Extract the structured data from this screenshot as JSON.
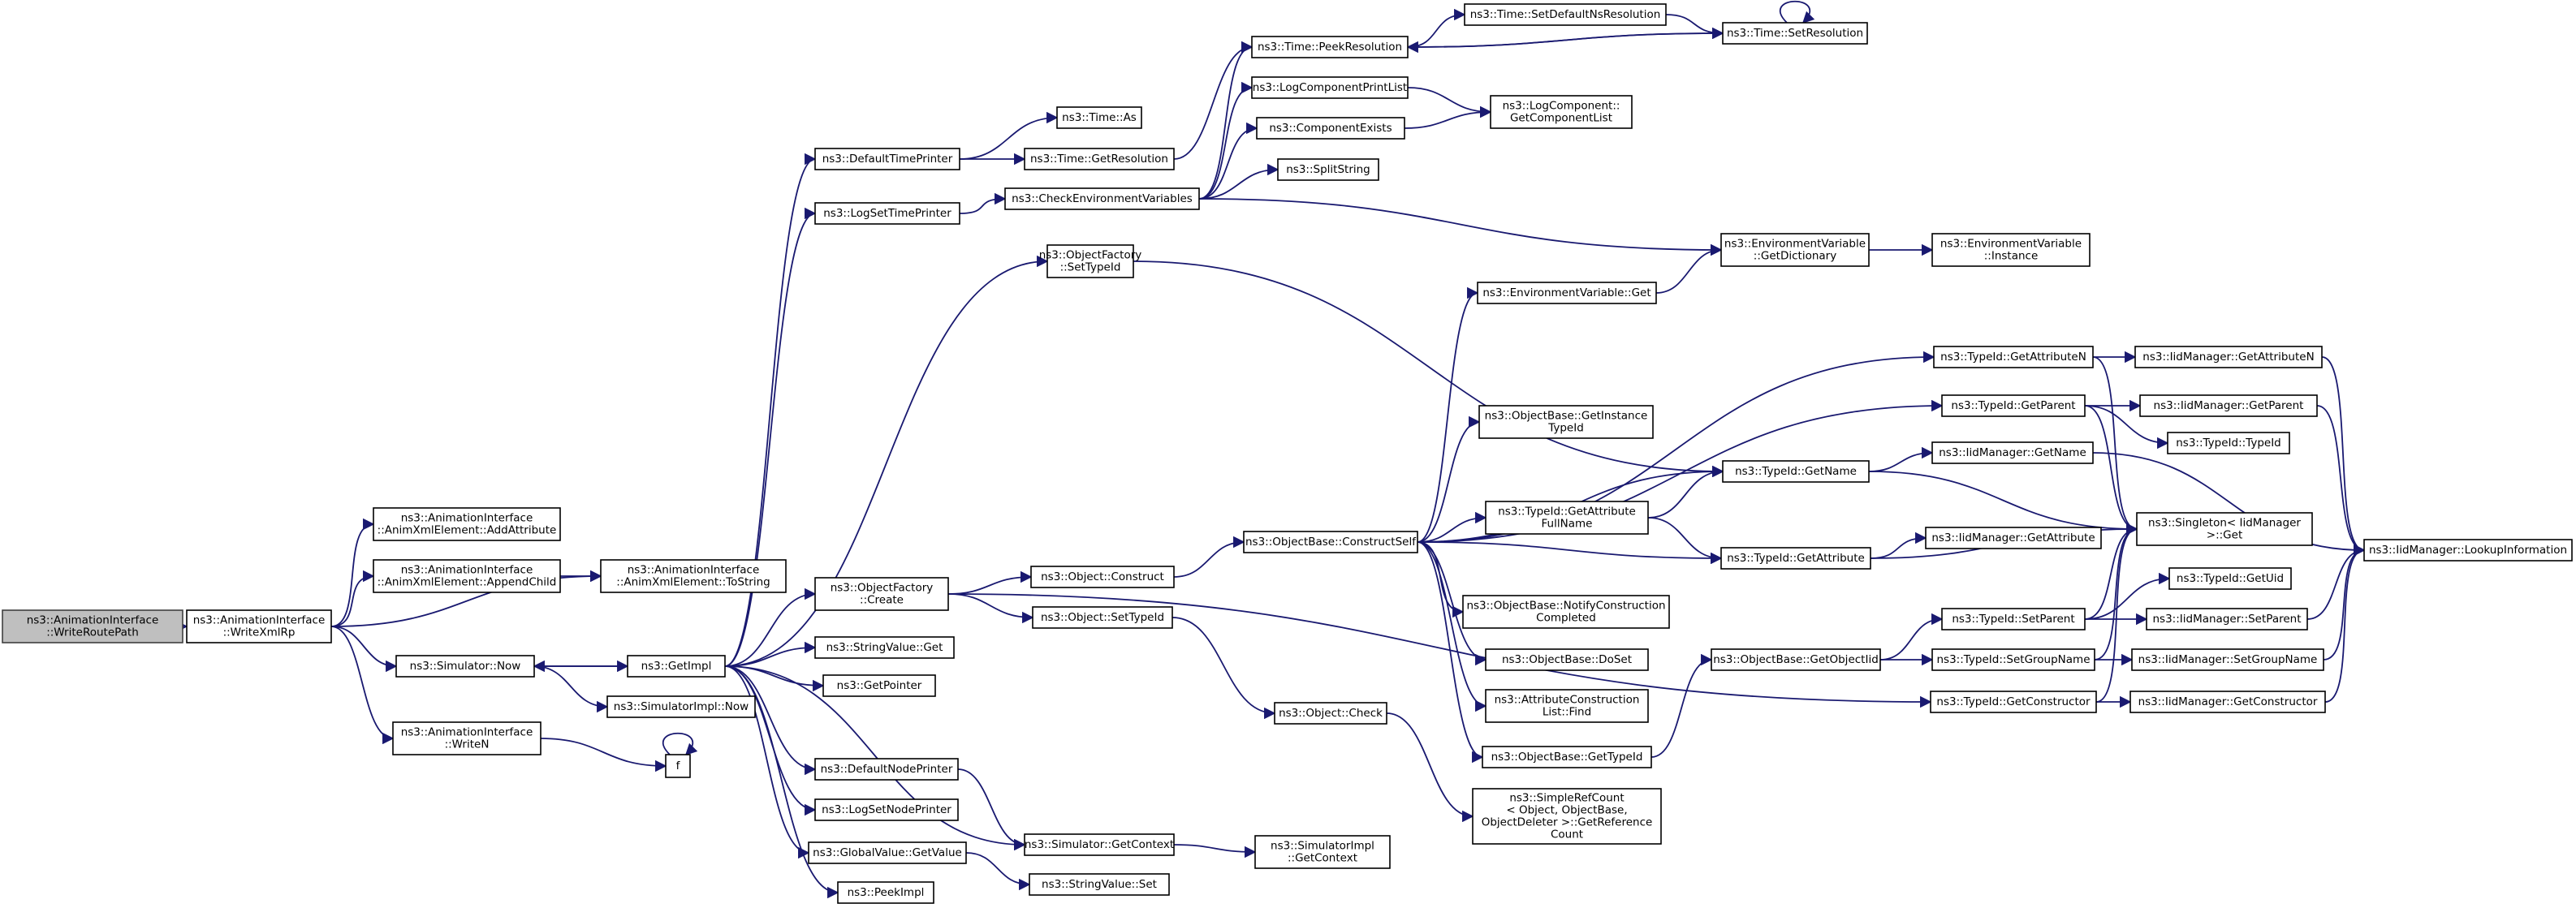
{
  "graph": {
    "root_id": "n0",
    "colors": {
      "edge": "#191970",
      "node_border": "#000000",
      "root_fill": "#bfbfbf",
      "node_fill": "#ffffff"
    },
    "nodes": [
      {
        "id": "n0",
        "lines": [
          "ns3::AnimationInterface",
          "::WriteRoutePath"
        ]
      },
      {
        "id": "n1",
        "lines": [
          "ns3::AnimationInterface",
          "::WriteXmlRp"
        ]
      },
      {
        "id": "n2",
        "lines": [
          "ns3::AnimationInterface",
          "::AnimXmlElement::AddAttribute"
        ]
      },
      {
        "id": "n3",
        "lines": [
          "ns3::AnimationInterface",
          "::AnimXmlElement::AppendChild"
        ]
      },
      {
        "id": "n4",
        "lines": [
          "ns3::AnimationInterface",
          "::AnimXmlElement::ToString"
        ]
      },
      {
        "id": "n5",
        "lines": [
          "ns3::Simulator::Now"
        ]
      },
      {
        "id": "n6",
        "lines": [
          "ns3::AnimationInterface",
          "::WriteN"
        ]
      },
      {
        "id": "n7",
        "lines": [
          "f"
        ]
      },
      {
        "id": "n8",
        "lines": [
          "ns3::GetImpl"
        ]
      },
      {
        "id": "n9",
        "lines": [
          "ns3::SimulatorImpl::Now"
        ]
      },
      {
        "id": "n10",
        "lines": [
          "ns3::DefaultTimePrinter"
        ]
      },
      {
        "id": "n11",
        "lines": [
          "ns3::LogSetTimePrinter"
        ]
      },
      {
        "id": "n12",
        "lines": [
          "ns3::ObjectFactory",
          "::Create"
        ]
      },
      {
        "id": "n13",
        "lines": [
          "ns3::StringValue::Get"
        ]
      },
      {
        "id": "n14",
        "lines": [
          "ns3::GetPointer"
        ]
      },
      {
        "id": "n15",
        "lines": [
          "ns3::DefaultNodePrinter"
        ]
      },
      {
        "id": "n16",
        "lines": [
          "ns3::LogSetNodePrinter"
        ]
      },
      {
        "id": "n17",
        "lines": [
          "ns3::GlobalValue::GetValue"
        ]
      },
      {
        "id": "n18",
        "lines": [
          "ns3::PeekImpl"
        ]
      },
      {
        "id": "n19",
        "lines": [
          "ns3::Time::As"
        ]
      },
      {
        "id": "n20",
        "lines": [
          "ns3::Time::GetResolution"
        ]
      },
      {
        "id": "n21",
        "lines": [
          "ns3::CheckEnvironmentVariables"
        ]
      },
      {
        "id": "n22",
        "lines": [
          "ns3::ObjectFactory",
          "::SetTypeId"
        ]
      },
      {
        "id": "n23",
        "lines": [
          "ns3::Object::Construct"
        ]
      },
      {
        "id": "n24",
        "lines": [
          "ns3::Object::SetTypeId"
        ]
      },
      {
        "id": "n25",
        "lines": [
          "ns3::Simulator::GetContext"
        ]
      },
      {
        "id": "n26",
        "lines": [
          "ns3::StringValue::Set"
        ]
      },
      {
        "id": "n27",
        "lines": [
          "ns3::Time::PeekResolution"
        ]
      },
      {
        "id": "n28",
        "lines": [
          "ns3::LogComponentPrintList"
        ]
      },
      {
        "id": "n29",
        "lines": [
          "ns3::ComponentExists"
        ]
      },
      {
        "id": "n30",
        "lines": [
          "ns3::SplitString"
        ]
      },
      {
        "id": "n31",
        "lines": [
          "ns3::ObjectBase::ConstructSelf"
        ]
      },
      {
        "id": "n32",
        "lines": [
          "ns3::Object::Check"
        ]
      },
      {
        "id": "n33",
        "lines": [
          "ns3::SimulatorImpl",
          "::GetContext"
        ]
      },
      {
        "id": "n34",
        "lines": [
          "ns3::Time::SetDefaultNsResolution"
        ]
      },
      {
        "id": "n35",
        "lines": [
          "ns3::LogComponent::",
          "GetComponentList"
        ]
      },
      {
        "id": "n36",
        "lines": [
          "ns3::EnvironmentVariable::Get"
        ]
      },
      {
        "id": "n37",
        "lines": [
          "ns3::ObjectBase::GetInstance",
          "TypeId"
        ]
      },
      {
        "id": "n38",
        "lines": [
          "ns3::TypeId::GetAttribute",
          "FullName"
        ]
      },
      {
        "id": "n39",
        "lines": [
          "ns3::ObjectBase::NotifyConstruction",
          "Completed"
        ]
      },
      {
        "id": "n40",
        "lines": [
          "ns3::ObjectBase::DoSet"
        ]
      },
      {
        "id": "n41",
        "lines": [
          "ns3::AttributeConstruction",
          "List::Find"
        ]
      },
      {
        "id": "n42",
        "lines": [
          "ns3::ObjectBase::GetTypeId"
        ]
      },
      {
        "id": "n43",
        "lines": [
          "ns3::SimpleRefCount",
          "< Object, ObjectBase,",
          "ObjectDeleter >::GetReference",
          "Count"
        ]
      },
      {
        "id": "n44",
        "lines": [
          "ns3::Time::SetResolution"
        ]
      },
      {
        "id": "n45",
        "lines": [
          "ns3::EnvironmentVariable",
          "::GetDictionary"
        ]
      },
      {
        "id": "n46",
        "lines": [
          "ns3::TypeId::GetName"
        ]
      },
      {
        "id": "n47",
        "lines": [
          "ns3::TypeId::GetAttribute"
        ]
      },
      {
        "id": "n48",
        "lines": [
          "ns3::ObjectBase::GetObjectIid"
        ]
      },
      {
        "id": "n49",
        "lines": [
          "ns3::EnvironmentVariable",
          "::Instance"
        ]
      },
      {
        "id": "n50",
        "lines": [
          "ns3::TypeId::GetAttributeN"
        ]
      },
      {
        "id": "n51",
        "lines": [
          "ns3::TypeId::GetParent"
        ]
      },
      {
        "id": "n52",
        "lines": [
          "ns3::TypeId::SetParent"
        ]
      },
      {
        "id": "n53",
        "lines": [
          "ns3::TypeId::SetGroupName"
        ]
      },
      {
        "id": "n54",
        "lines": [
          "ns3::TypeId::GetConstructor"
        ]
      },
      {
        "id": "n55",
        "lines": [
          "ns3::IidManager::GetAttributeN"
        ]
      },
      {
        "id": "n56",
        "lines": [
          "ns3::IidManager::GetParent"
        ]
      },
      {
        "id": "n57",
        "lines": [
          "ns3::TypeId::TypeId"
        ]
      },
      {
        "id": "n58",
        "lines": [
          "ns3::IidManager::GetName"
        ]
      },
      {
        "id": "n59",
        "lines": [
          "ns3::Singleton< IidManager",
          ">::Get"
        ]
      },
      {
        "id": "n60",
        "lines": [
          "ns3::IidManager::GetAttribute"
        ]
      },
      {
        "id": "n61",
        "lines": [
          "ns3::TypeId::GetUid"
        ]
      },
      {
        "id": "n62",
        "lines": [
          "ns3::IidManager::SetParent"
        ]
      },
      {
        "id": "n63",
        "lines": [
          "ns3::IidManager::SetGroupName"
        ]
      },
      {
        "id": "n64",
        "lines": [
          "ns3::IidManager::GetConstructor"
        ]
      },
      {
        "id": "n65",
        "lines": [
          "ns3::IidManager::LookupInformation"
        ]
      }
    ],
    "edges": [
      [
        "n0",
        "n1"
      ],
      [
        "n1",
        "n2"
      ],
      [
        "n1",
        "n3"
      ],
      [
        "n1",
        "n4"
      ],
      [
        "n1",
        "n5"
      ],
      [
        "n1",
        "n6"
      ],
      [
        "n3",
        "n4"
      ],
      [
        "n5",
        "n8"
      ],
      [
        "n5",
        "n9"
      ],
      [
        "n6",
        "n7"
      ],
      [
        "n7",
        "n7"
      ],
      [
        "n8",
        "n5"
      ],
      [
        "n8",
        "n10"
      ],
      [
        "n8",
        "n11"
      ],
      [
        "n8",
        "n12"
      ],
      [
        "n8",
        "n13"
      ],
      [
        "n8",
        "n14"
      ],
      [
        "n8",
        "n15"
      ],
      [
        "n8",
        "n16"
      ],
      [
        "n8",
        "n17"
      ],
      [
        "n8",
        "n18"
      ],
      [
        "n8",
        "n25"
      ],
      [
        "n8",
        "n22"
      ],
      [
        "n10",
        "n19"
      ],
      [
        "n10",
        "n20"
      ],
      [
        "n11",
        "n21"
      ],
      [
        "n20",
        "n27"
      ],
      [
        "n21",
        "n27"
      ],
      [
        "n21",
        "n28"
      ],
      [
        "n21",
        "n29"
      ],
      [
        "n21",
        "n30"
      ],
      [
        "n21",
        "n45"
      ],
      [
        "n27",
        "n34"
      ],
      [
        "n27",
        "n44"
      ],
      [
        "n34",
        "n44"
      ],
      [
        "n44",
        "n27"
      ],
      [
        "n44",
        "n44"
      ],
      [
        "n28",
        "n35"
      ],
      [
        "n29",
        "n35"
      ],
      [
        "n12",
        "n23"
      ],
      [
        "n12",
        "n24"
      ],
      [
        "n12",
        "n54"
      ],
      [
        "n22",
        "n46"
      ],
      [
        "n23",
        "n31"
      ],
      [
        "n24",
        "n32"
      ],
      [
        "n32",
        "n43"
      ],
      [
        "n25",
        "n33"
      ],
      [
        "n15",
        "n25"
      ],
      [
        "n17",
        "n26"
      ],
      [
        "n31",
        "n36"
      ],
      [
        "n31",
        "n37"
      ],
      [
        "n31",
        "n38"
      ],
      [
        "n31",
        "n39"
      ],
      [
        "n31",
        "n40"
      ],
      [
        "n31",
        "n41"
      ],
      [
        "n31",
        "n42"
      ],
      [
        "n31",
        "n46"
      ],
      [
        "n31",
        "n47"
      ],
      [
        "n31",
        "n50"
      ],
      [
        "n31",
        "n51"
      ],
      [
        "n36",
        "n45"
      ],
      [
        "n45",
        "n49"
      ],
      [
        "n38",
        "n46"
      ],
      [
        "n38",
        "n47"
      ],
      [
        "n42",
        "n48"
      ],
      [
        "n48",
        "n52"
      ],
      [
        "n48",
        "n53"
      ],
      [
        "n46",
        "n58"
      ],
      [
        "n46",
        "n59"
      ],
      [
        "n47",
        "n60"
      ],
      [
        "n47",
        "n59"
      ],
      [
        "n50",
        "n55"
      ],
      [
        "n50",
        "n59"
      ],
      [
        "n51",
        "n56"
      ],
      [
        "n51",
        "n57"
      ],
      [
        "n51",
        "n59"
      ],
      [
        "n52",
        "n61"
      ],
      [
        "n52",
        "n62"
      ],
      [
        "n52",
        "n59"
      ],
      [
        "n53",
        "n63"
      ],
      [
        "n53",
        "n59"
      ],
      [
        "n54",
        "n64"
      ],
      [
        "n54",
        "n59"
      ],
      [
        "n55",
        "n65"
      ],
      [
        "n56",
        "n65"
      ],
      [
        "n58",
        "n65"
      ],
      [
        "n62",
        "n65"
      ],
      [
        "n63",
        "n65"
      ],
      [
        "n64",
        "n65"
      ]
    ]
  }
}
